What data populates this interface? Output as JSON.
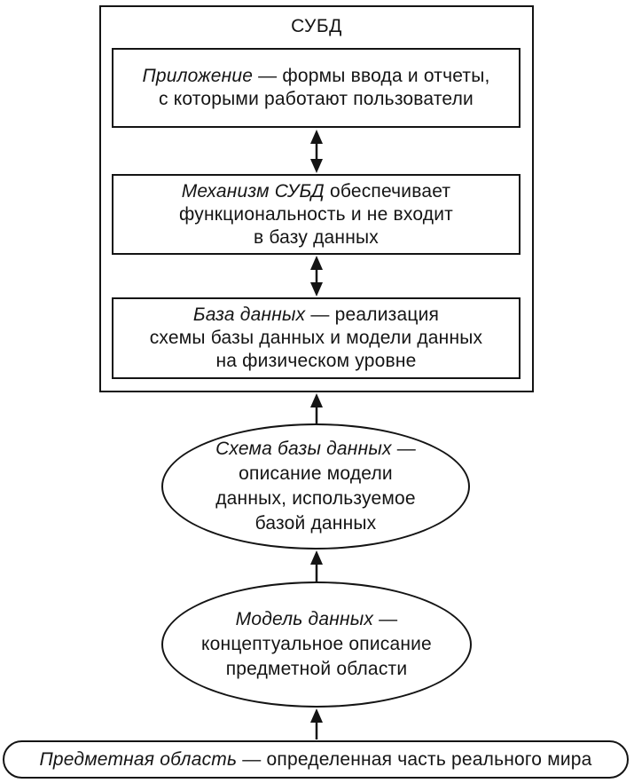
{
  "colors": {
    "ink": "#141414",
    "paper": "#ffffff"
  },
  "diagram": {
    "dbms": {
      "title": "СУБД",
      "application": {
        "term": "Приложение",
        "rest": " — формы ввода и отчеты,\nс которыми работают пользователи"
      },
      "engine": {
        "term": "Механизм СУБД",
        "rest": " обеспечивает\nфункциональность и не входит\nв базу данных"
      },
      "database": {
        "term": "База данных",
        "rest": " — реализация\nсхемы базы данных и модели данных\nна физическом уровне"
      }
    },
    "schema": {
      "term": "Схема базы данных",
      "rest": " —\nописание модели\nданных, используемое\nбазой данных"
    },
    "model": {
      "term": "Модель данных",
      "rest": " —\nконцептуальное описание\nпредметной области"
    },
    "domain": {
      "term": "Предметная область",
      "rest": " — определенная часть реального мира"
    },
    "connectors": [
      {
        "id": "application-engine",
        "icon": "double-arrow-icon",
        "direction": "both"
      },
      {
        "id": "engine-database",
        "icon": "double-arrow-icon",
        "direction": "both"
      },
      {
        "id": "schema-to-dbms",
        "icon": "up-arrow-icon",
        "direction": "up"
      },
      {
        "id": "model-to-schema",
        "icon": "up-arrow-icon",
        "direction": "up"
      },
      {
        "id": "domain-to-model",
        "icon": "up-arrow-icon",
        "direction": "up"
      }
    ]
  }
}
